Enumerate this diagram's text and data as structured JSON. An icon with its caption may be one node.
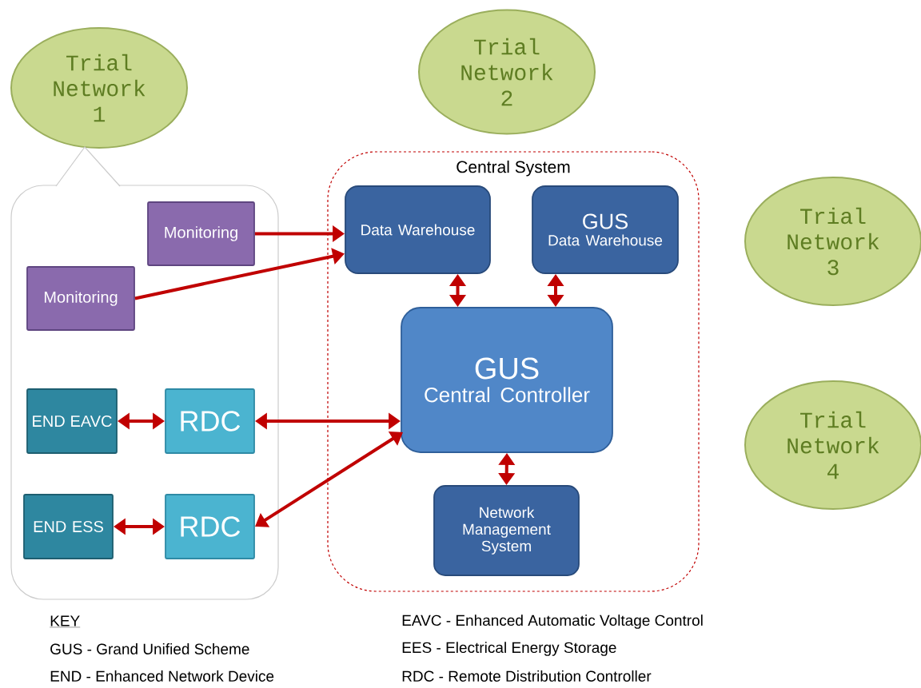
{
  "diagram": {
    "nodes": [
      {
        "text": [
          "Trial Network 1"
        ]
      },
      {
        "text": [
          "Trial Network 2"
        ]
      },
      {
        "text": [
          "Trial Network 3"
        ]
      },
      {
        "text": [
          "Trial Network 4"
        ]
      },
      {
        "text": [],
        "shape": "box"
      },
      {
        "text": [
          "Monitoring"
        ],
        "in": 4
      },
      {
        "text": [
          "Monitoring"
        ],
        "in": 4
      },
      {
        "text": [
          "END EAVC"
        ],
        "in": 4
      },
      {
        "text": [
          "RDC"
        ],
        "in": 4
      },
      {
        "text": [
          "END ESS"
        ],
        "in": 4
      },
      {
        "text": [
          "RDC"
        ],
        "in": 4
      },
      {
        "text": [
          "Central System"
        ]
      },
      {
        "text": [
          "Data Warehouse"
        ],
        "in": 11
      },
      {
        "text": [
          "GUS",
          "Data Warehouse"
        ],
        "in": 11
      },
      {
        "text": [
          "GUS",
          "Central Controller"
        ],
        "in": 11
      },
      {
        "text": [
          "Network Management System"
        ],
        "in": 11
      }
    ],
    "edges": [
      {
        "from": 5,
        "to": 12,
        "arrow": "to"
      },
      {
        "from": 6,
        "to": 12,
        "arrow": "to"
      },
      {
        "from": 7,
        "to": 8,
        "arrow": "both"
      },
      {
        "from": 8,
        "to": 14,
        "arrow": "both"
      },
      {
        "from": 9,
        "to": 10,
        "arrow": "both"
      },
      {
        "from": 10,
        "to": 14,
        "arrow": "both"
      },
      {
        "from": 12,
        "to": 14,
        "arrow": "both"
      },
      {
        "from": 13,
        "to": 14,
        "arrow": "both"
      },
      {
        "from": 14,
        "to": 15,
        "arrow": "both"
      }
    ],
    "labels": [
      "KEY",
      "GUS - Grand Unified Scheme",
      "END - Enhanced Network Device",
      "EAVC - Enhanced Automatic Voltage Control",
      "EES - Electrical Energy Storage",
      "RDC - Remote Distribution Controller"
    ]
  }
}
